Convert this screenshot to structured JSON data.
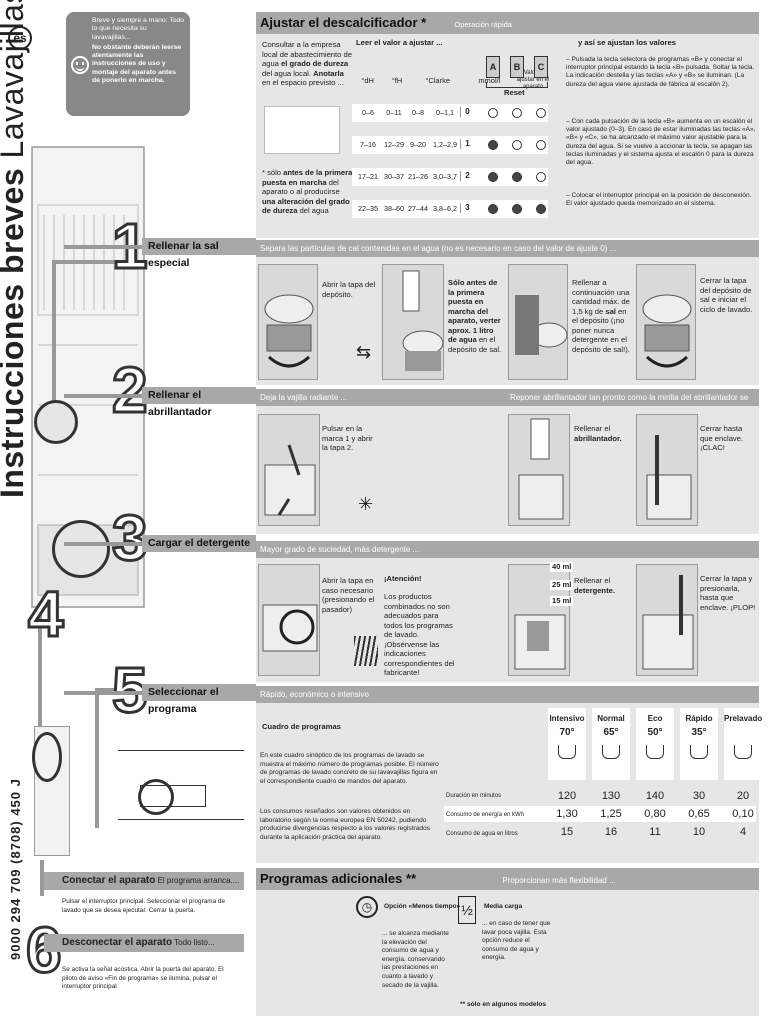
{
  "lang": "es",
  "side_title_bold": "Instrucciones breves",
  "side_title_light": "Lavavajillas",
  "side_code": "9000 294 709 (8708) 450 J",
  "tip": {
    "line1": "Breve y siempre a mano: Todo lo que necesita su lavavajillas...",
    "line2": "No obstante deberán leerse atentamente las instrucciones de uso y montaje del aparato antes de ponerlo en marcha."
  },
  "descal": {
    "title": "Ajustar el descalcificador *",
    "subtitle": "Operación rápida",
    "intro_a": "Consultar a la empresa local de abastecimiento de agua ",
    "intro_b": "el grado de dureza",
    "intro_c": " del agua local. ",
    "intro_d": "Anotarla",
    "intro_e": " en el espacio previsto ...",
    "note_a": "* sólo ",
    "note_b": "antes de la primera puesta en marcha",
    "note_c": " del aparato o al producirse ",
    "note_d": "una alteración del grado de dureza",
    "note_e": " del agua",
    "read_label": "Leer el valor a ajustar ...",
    "table_headers": [
      "°dH",
      "°fH",
      "°Clarke",
      "mmol/l",
      "Valor a ajustar en el aparato"
    ],
    "table_rows": [
      {
        "dh": "0–6",
        "fh": "0–11",
        "cl": "0–8",
        "mm": "0–1,1",
        "val": "0",
        "a": false,
        "b": false,
        "c": false
      },
      {
        "dh": "7–16",
        "fh": "12–29",
        "cl": "9–20",
        "mm": "1,2–2,9",
        "val": "1",
        "a": true,
        "b": false,
        "c": false
      },
      {
        "dh": "17–21",
        "fh": "30–37",
        "cl": "21–26",
        "mm": "3,0–3,7",
        "val": "2",
        "a": true,
        "b": true,
        "c": false
      },
      {
        "dh": "22–35",
        "fh": "38–60",
        "cl": "27–44",
        "mm": "3,8–6,2",
        "val": "3",
        "a": true,
        "b": true,
        "c": true
      }
    ],
    "buttons": [
      "A",
      "B",
      "C"
    ],
    "reset_label": "Reset",
    "right_title": "y así se ajustan los valores",
    "right_steps": [
      "– Pulsada la tecla selectora de programas «B» y conectar el interruptor principal estando la tecla «B» pulsada. Soltar la tecla. La indicación destella y las teclas «A» y «B» se iluminan. (La dureza del agua viene ajustada de fábrica al escalón 2).",
      "– Con cada pulsación de la tecla «B» aumenta en un escalón el valor ajustado (0–3). En caso de estar iluminadas las teclas «A», «B» y «C», se ha alcanzado el máximo valor ajustable para la dureza del agua. Si se vuelve a accionar la tecla, se apagan las teclas iluminadas y el sistema ajusta el escalón 0 para la dureza del agua.",
      "– Colocar el interruptor principal en la posición de desconexión. El valor ajustado queda memorizado en el sistema."
    ]
  },
  "s1": {
    "num": "1",
    "title": "Rellenar la sal especial",
    "header": "Separa las partículas de cal contenidas en el agua (no es necesario en caso del valor de ajuste 0) ...",
    "cap1": "Abrir la tapa del depósito.",
    "cap2_b": "Sólo antes de la primera puesta en marcha del aparato, verter aprox. 1 litro de agua",
    "cap2_r": " en el depósito de sal.",
    "cap3_a": "Rellenar a continuación una cantidad máx. de 1,5 kg de ",
    "cap3_b": "sal",
    "cap3_c": " en el depósito (¡no poner nunca detergente en el depósito de sal!).",
    "cap4": "Cerrar la tapa del depósito de sal e iniciar el ciclo de lavado."
  },
  "s2": {
    "num": "2",
    "title": "Rellenar el abrillantador",
    "header_l": "Deja la vajilla radiante ...",
    "header_r": "Reponer abrillantador tan pronto como la mirilla del abrillantador se tome clara.",
    "cap1": "Pulsar en la marca 1 y abrir la tapa 2.",
    "cap2_a": "Rellenar el ",
    "cap2_b": "abrillantador.",
    "cap3": "Cerrar hasta que enclave. ¡CLAC!"
  },
  "s3": {
    "num": "3",
    "title": "Cargar el detergente",
    "header": "Mayor grado de suciedad, más detergente ...",
    "cap1": "Abrir la tapa en caso necesario (presionando el pasador)",
    "attn_title": "¡Atención!",
    "attn_text": "Los productos combinados no son adecuados para todos los programas de lavado. ¡Obsérvense las indicaciones correspondientes del fabricante!",
    "ml": [
      "40 ml",
      "25 ml",
      "15 ml"
    ],
    "cap2_a": "Rellenar el ",
    "cap2_b": "detergente.",
    "cap3": "Cerrar la tapa y presionarla, hasta que enclave. ¡PLOP!"
  },
  "s4": {
    "num": "4"
  },
  "s5": {
    "num": "5",
    "title": "Seleccionar el programa",
    "header": "Rápido, económico o intensivo",
    "table_title": "Cuadro de programas",
    "text1": "En este cuadro sinóptico de los programas de lavado se muestra el máximo número de programas posible. El número de programas de lavado concreto de su lavavajillas figura en el correspondiente cuadro de mandos del aparato.",
    "text2": "Los consumos reseñados son valores obtenidos en laboratorio según la norma europea EN 50242, pudiendo producirse divergencias respecto a los valores registrados durante la aplicación práctica del aparato.",
    "programs": [
      {
        "name": "Intensivo",
        "temp": "70°",
        "dur": "120",
        "energy": "1,30",
        "water": "15"
      },
      {
        "name": "Normal",
        "temp": "65°",
        "dur": "130",
        "energy": "1,25",
        "water": "16"
      },
      {
        "name": "Eco",
        "temp": "50°",
        "dur": "140",
        "energy": "0,80",
        "water": "11"
      },
      {
        "name": "Rápido",
        "temp": "35°",
        "dur": "30",
        "energy": "0,65",
        "water": "10"
      },
      {
        "name": "Prelavado",
        "temp": "",
        "dur": "20",
        "energy": "0,10",
        "water": "4"
      }
    ],
    "row_labels": [
      "Duración en minutos",
      "Consumo de energía en kWh",
      "Consumo de agua en litros"
    ]
  },
  "connect": {
    "title": "Conectar el aparato",
    "title_sub": " El programa arranca....",
    "text": "Pulsar el interruptor principal. Seleccionar el programa de lavado que se desea ejecutar. Cerrar la puerta."
  },
  "s6": {
    "num": "6",
    "title": "Desconectar el aparato",
    "title_sub": " Todo listo...",
    "text": "Se activa la señal acústica. Abrir la puerta del aparato. El piloto de aviso «Fin de programa» se ilumina, pulsar el interruptor principal"
  },
  "extra": {
    "title": "Programas adicionales **",
    "subtitle": "Proporcionan más flexibilidad ...",
    "opt1_title": "Opción «Menos tiempo»",
    "opt1_text": "... se alcanza mediante la elevación del consumo de agua y energía, conservando las prestaciones en cuanto a lavado y secado de la vajilla.",
    "opt2_icon": "½",
    "opt2_title": "Media carga",
    "opt2_text": "... en caso de tener que lavar poca vajilla. Esta opción reduce el consumo de agua y energía.",
    "footnote": "** sólo en algunos modelos"
  }
}
